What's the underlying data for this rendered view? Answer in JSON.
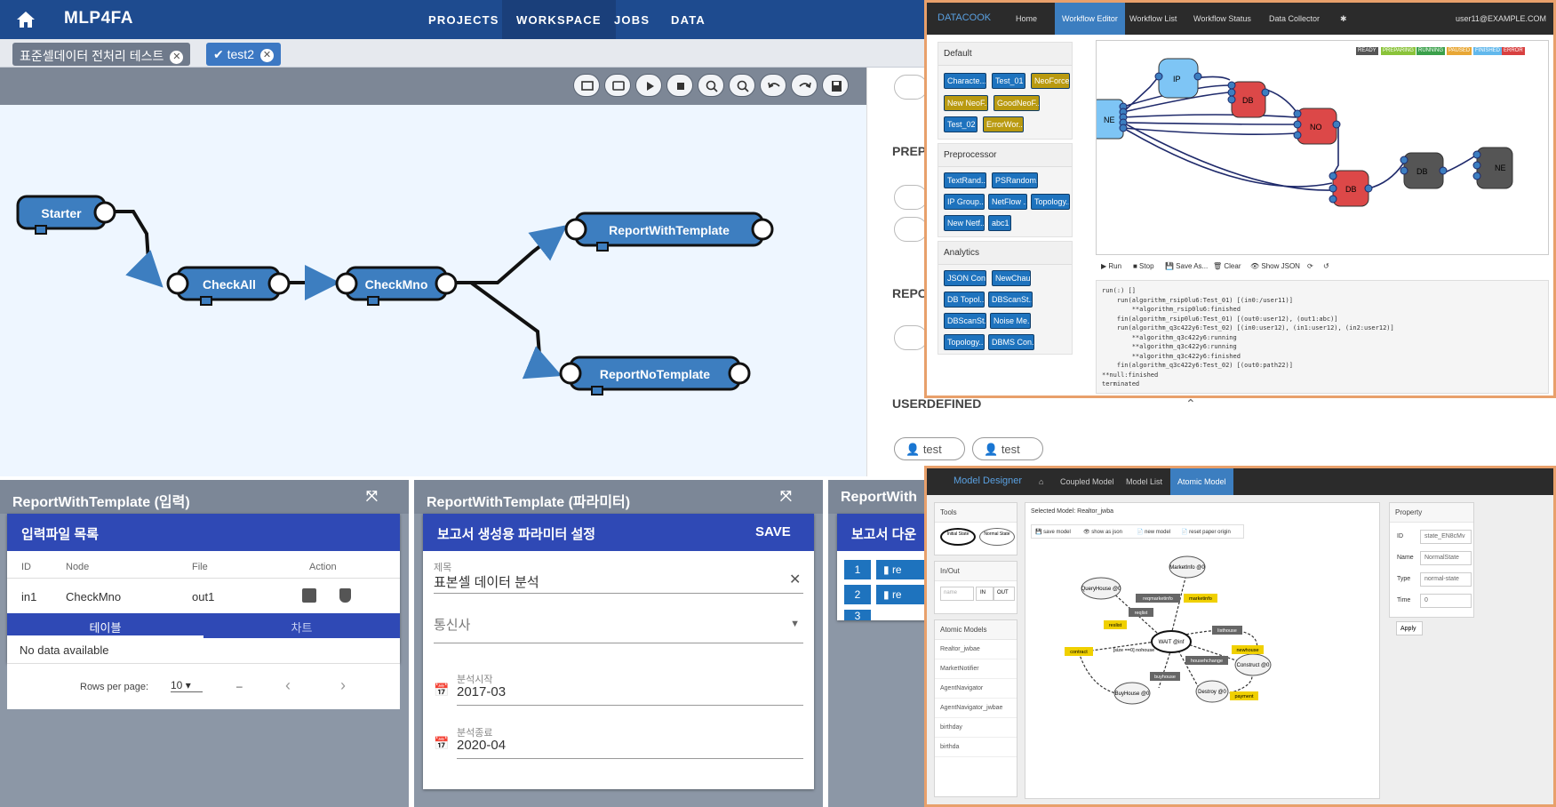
{
  "app": {
    "brand": "MLP4FA",
    "nav": [
      "PROJECTS",
      "WORKSPACE",
      "JOBS",
      "DATA"
    ],
    "tabs": [
      "표준셀데이터 전처리 테스트",
      "test2"
    ]
  },
  "workflow": {
    "nodes": {
      "starter": "Starter",
      "checkall": "CheckAll",
      "checkmno": "CheckMno",
      "report_with_template": "ReportWithTemplate",
      "report_no_template": "ReportNoTemplate"
    }
  },
  "right_strip": {
    "prep": "PREP",
    "repo": "REPO",
    "userdefined": "USERDEFINED",
    "user_chips": [
      "test",
      "test"
    ]
  },
  "panel1": {
    "title": "ReportWithTemplate (입력)",
    "card_title": "입력파일 목록",
    "cols": [
      "ID",
      "Node",
      "File",
      "Action"
    ],
    "row": [
      "in1",
      "CheckMno",
      "out1"
    ],
    "subtabs": [
      "테이블",
      "차트"
    ],
    "no_data": "No data available",
    "rows_per_page": "Rows per page:",
    "rpp_val": "10",
    "dash": "–"
  },
  "panel2": {
    "title": "ReportWithTemplate (파라미터)",
    "card_title": "보고서 생성용 파라미터 설정",
    "save": "SAVE",
    "f1_label": "제목",
    "f1_val": "표본셀 데이터 분석",
    "f2_label": "통신사",
    "f3_label": "분석시작",
    "f3_val": "2017-03",
    "f4_label": "분석종료",
    "f4_val": "2020-04"
  },
  "panel3": {
    "title": "ReportWith",
    "card_title": "보고서 다운",
    "nums": [
      "1",
      "2",
      "3"
    ],
    "label": "re"
  },
  "datacook": {
    "nav": [
      "DATACOOK",
      "Home",
      "Workflow Editor",
      "Workflow List",
      "Workflow Status",
      "Data Collector",
      "✱",
      "user11@EXAMPLE.COM"
    ],
    "legend": [
      "READY",
      "PREPARING",
      "RUNNING",
      "PAUSED",
      "FINISHED",
      "ERROR"
    ],
    "sections": [
      {
        "title": "Default",
        "items": [
          "Characte...",
          "Test_01",
          "NeoForce...",
          "New NeoF...",
          "GoodNeoF...",
          "Test_02",
          "ErrorWor..."
        ]
      },
      {
        "title": "Preprocessor",
        "items": [
          "TextRand...",
          "PSRandom...",
          "IP Group...",
          "NetFlow ...",
          "Topology...",
          "New Netf...",
          "abc1"
        ]
      },
      {
        "title": "Analytics",
        "items": [
          "JSON Con...",
          "NewChau",
          "DB Topol...",
          "DBScanSt...",
          "DBScanSt...",
          "Noise Me...",
          "Topology...",
          "DBMS Con..."
        ]
      }
    ],
    "graph_nodes": [
      "NE",
      "IP",
      "DB",
      "NO",
      "DB",
      "DB",
      "NE"
    ],
    "buttons": [
      "▶ Run",
      "■ Stop",
      "💾 Save As...",
      "🗑 Clear",
      "👁 Show JSON",
      "⟳",
      "↺"
    ],
    "log": "run(:) []\n    run(algorithm_rsip0lu6:Test_01) [(in0:/user11)]\n        **algorithm_rsip0lu6:finished\n    fin(algorithm_rsip0lu6:Test_01) [(out0:user12), (out1:abc)]\n    run(algorithm_q3c422y6:Test_02) [(in0:user12), (in1:user12), (in2:user12)]\n        **algorithm_q3c422y6:running\n        **algorithm_q3c422y6:running\n        **algorithm_q3c422y6:finished\n    fin(algorithm_q3c422y6:Test_02) [(out0:path22)]\n**null:finished\nterminated"
  },
  "model_designer": {
    "nav": [
      "Model Designer",
      "⌂",
      "Coupled Model",
      "Model List",
      "Atomic Model"
    ],
    "tools": "Tools",
    "initial": "Initial State",
    "normal": "Normal State",
    "inout": "In/Out",
    "name_ph": "name",
    "in": "IN",
    "out": "OUT",
    "atomic_models": "Atomic Models",
    "models": [
      "Realtor_jwbae",
      "MarketNotifier",
      "AgentNavigator",
      "AgentNavigator_jwbae",
      "birthday",
      "birthda"
    ],
    "selected": "Selected Model: Realtor_jwba",
    "actions": [
      "💾 save model",
      "👁 show as json",
      "📄 new model",
      "📄 reset paper origin"
    ],
    "property": "Property",
    "props": [
      [
        "ID",
        "state_EN8cMv"
      ],
      [
        "Name",
        "NormalState"
      ],
      [
        "Type",
        "normal-state"
      ],
      [
        "Time",
        "0"
      ]
    ],
    "apply": "Apply",
    "diagram": {
      "states": [
        "MarketInfo @0",
        "QueryHouse @0",
        "WAIT @inf",
        "Construct @0",
        "BuyHouse @0",
        "Destroy @0"
      ],
      "labels": [
        "reqmarketinfo",
        "marketinfo",
        "reqlist",
        "reslist",
        "listhouse",
        "contract",
        "[size ==0] nohouse",
        "newhouse",
        "househchange",
        "buyhouse",
        "payment"
      ]
    }
  }
}
